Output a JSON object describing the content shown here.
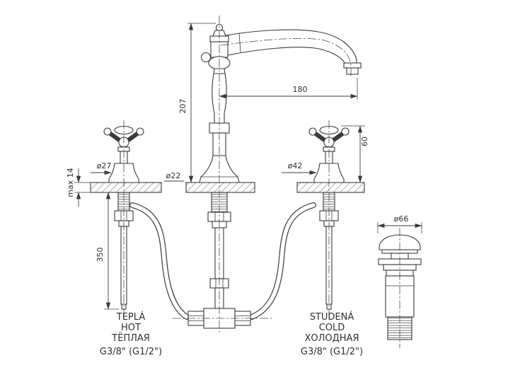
{
  "drawing": {
    "type": "technical-dimension-drawing",
    "subject": "three-hole-basin-mixer-with-popup-waste",
    "line_color": "#3b3b3b",
    "background": "#ffffff",
    "dims": {
      "spout_reach": "180",
      "total_height": "207",
      "handle_top_dia": "ø27",
      "deck_thickness": "max 14",
      "body_dia": "ø22",
      "base_dia": "ø42",
      "handle_height": "60",
      "inlet_length": "350",
      "waste_dia": "ø66"
    },
    "labels": {
      "hot": {
        "czech": "TEPLÁ",
        "english": "HOT",
        "russian": "ТЁПЛАЯ",
        "thread": "G3/8\" (G1/2\")"
      },
      "cold": {
        "czech": "STUDENÁ",
        "english": "COLD",
        "russian": "ХОЛОДНАЯ",
        "thread": "G3/8\" (G1/2\")"
      }
    }
  }
}
